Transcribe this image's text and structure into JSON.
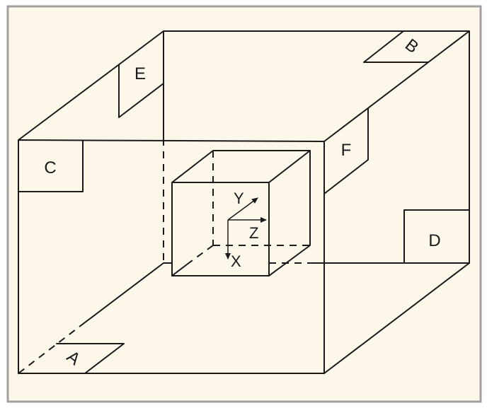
{
  "colors": {
    "background": "#fdf7ea",
    "border": "#a0a0a0",
    "line": "#1a1a1a"
  },
  "panels": [
    {
      "id": "A",
      "label": "A"
    },
    {
      "id": "B",
      "label": "B"
    },
    {
      "id": "C",
      "label": "C"
    },
    {
      "id": "D",
      "label": "D"
    },
    {
      "id": "E",
      "label": "E"
    },
    {
      "id": "F",
      "label": "F"
    }
  ],
  "axes": {
    "x": "X",
    "y": "Y",
    "z": "Z"
  }
}
